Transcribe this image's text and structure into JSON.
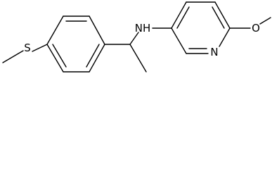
{
  "molecule": {
    "atoms": {
      "sulfur": "S",
      "amine": "NH",
      "pyridine_nitrogen": "N",
      "oxygen": "O"
    },
    "colors": {
      "background": "#ffffff",
      "bonds": "#000000",
      "labels": "#000000"
    }
  }
}
